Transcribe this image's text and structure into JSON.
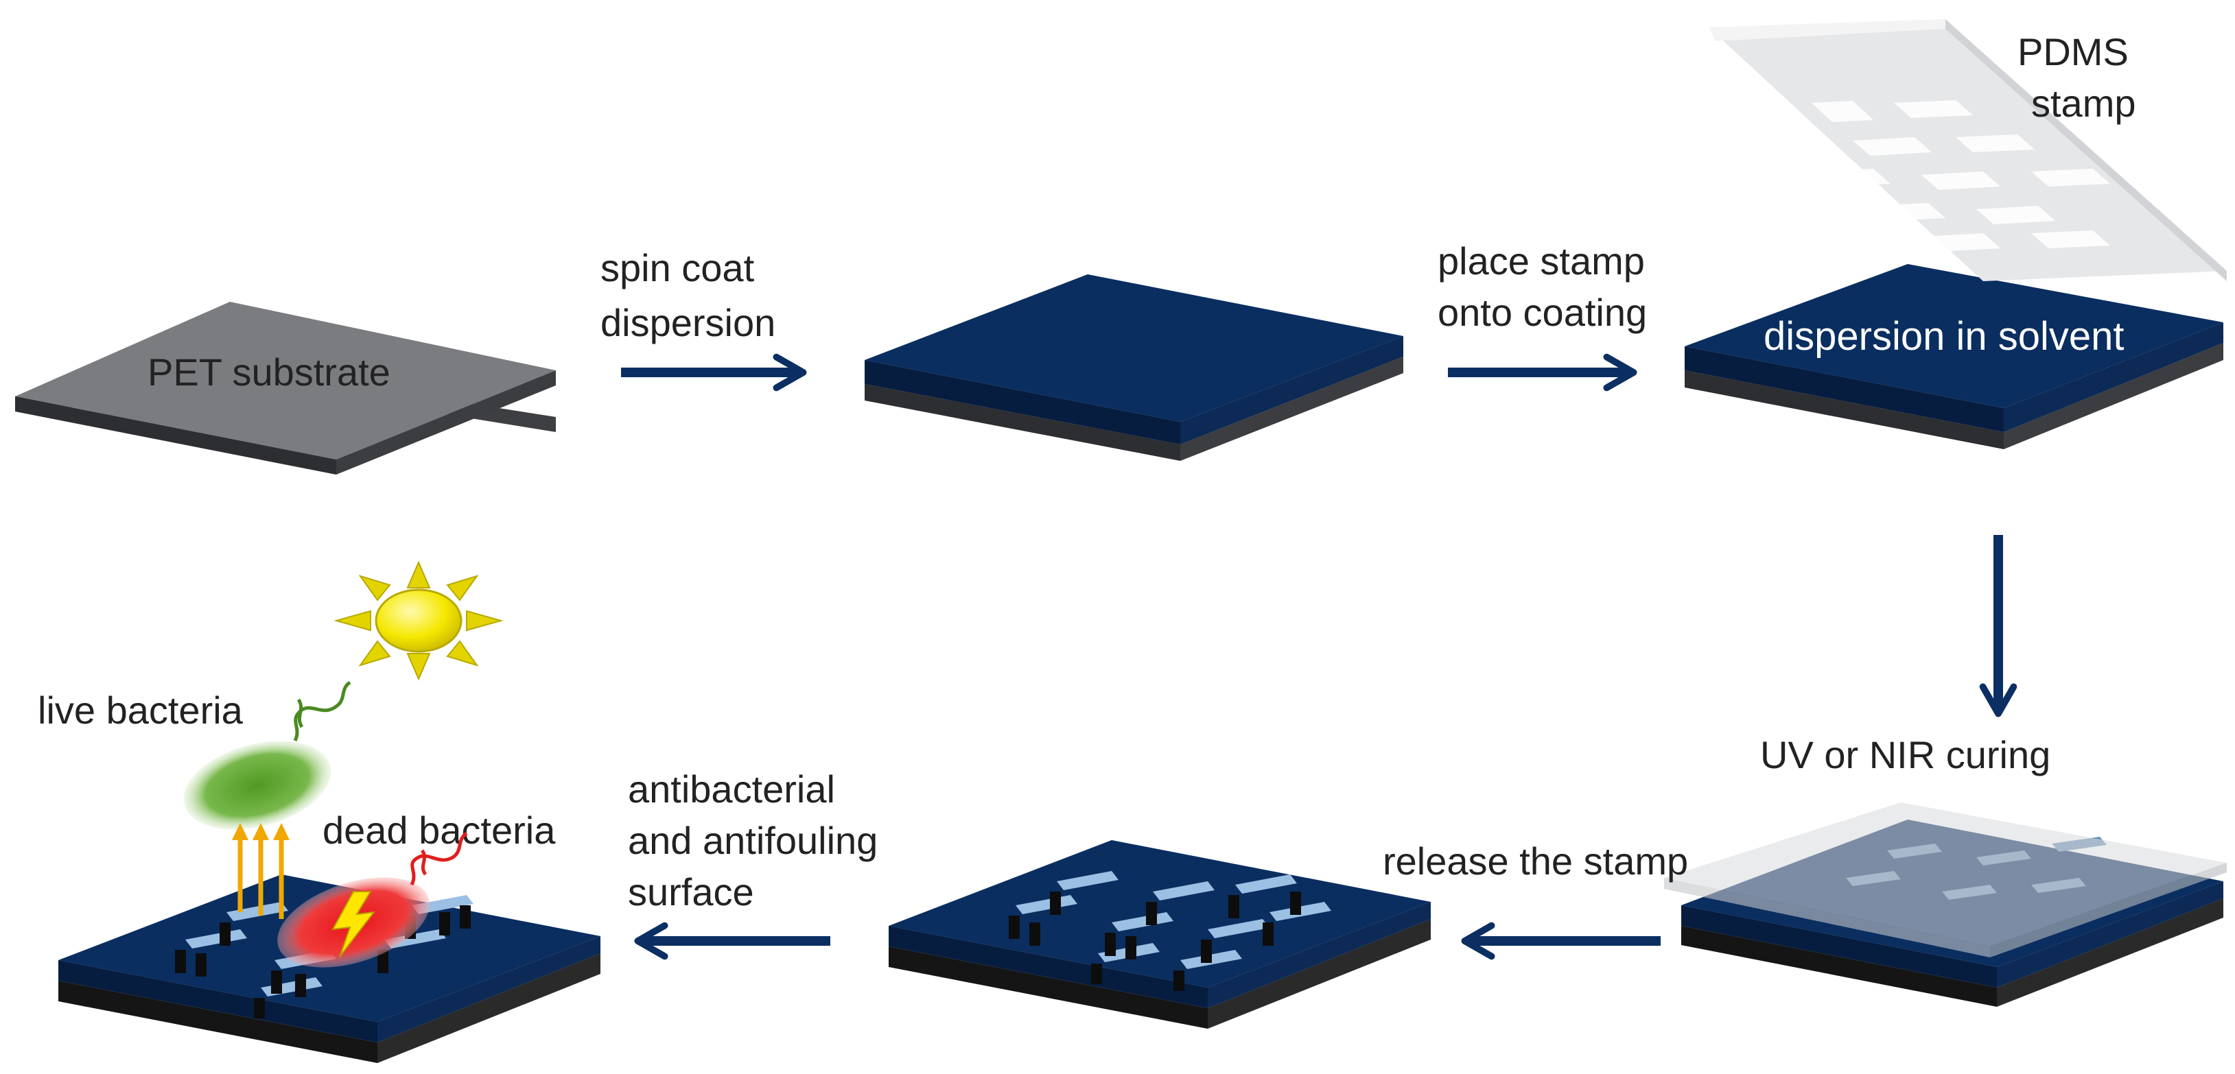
{
  "labels": {
    "substrate": "PET substrate",
    "spin_coat_line1": "spin coat",
    "spin_coat_line2": "dispersion",
    "place_stamp_line1": "place stamp",
    "place_stamp_line2": "onto coating",
    "pdms_line1": "PDMS",
    "pdms_line2": "stamp",
    "dispersion_in_solvent": "dispersion in solvent",
    "curing": "UV or NIR curing",
    "release": "release the stamp",
    "surface_line1": "antibacterial",
    "surface_line2": "and antifouling",
    "surface_line3": "surface",
    "live_bacteria": "live bacteria",
    "dead_bacteria": "dead bacteria"
  },
  "colors": {
    "arrow": "#0b2f63",
    "coating": "#0a2e60",
    "substrate_top": "#7a7c80",
    "substrate_side": "#2f3033",
    "stamp": "#e3e4e6",
    "pillar": "#8fb4d8",
    "live_bacteria": "#5a9a2e",
    "dead_bacteria": "#e01e1e",
    "sun": "#f2e600"
  },
  "icons": {
    "sun": "sun-icon",
    "live": "live-bacteria-icon",
    "dead": "dead-bacteria-icon"
  }
}
